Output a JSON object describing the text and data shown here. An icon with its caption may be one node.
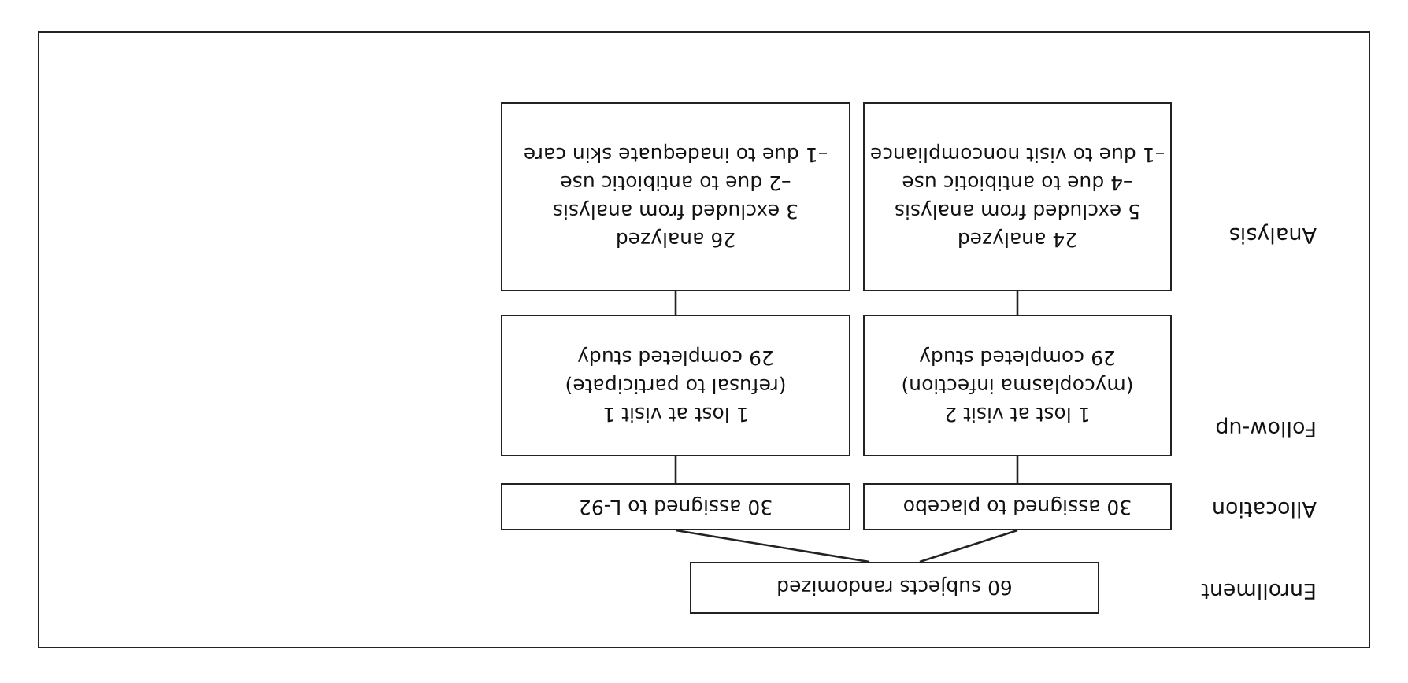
{
  "diagram": {
    "nodes": [
      {
        "text": [
          "60 subjects randomized"
        ]
      },
      {
        "text": [
          "30 assigned to placebo"
        ]
      },
      {
        "text": [
          "30 assigned to L-92"
        ]
      },
      {
        "text": [
          "1 lost at visit 2",
          "(mycoplasma infection)",
          "29 completed study"
        ]
      },
      {
        "text": [
          "1 lost at visit 1",
          "(refusal to participate)",
          "29 completed study"
        ]
      },
      {
        "text": [
          "24 analyzed",
          "5 excluded from analysis",
          "–4 due to antibiotic use",
          "–1 due to visit noncompliance"
        ]
      },
      {
        "text": [
          "26 analyzed",
          "3 excluded from analysis",
          "–2 due to antibiotic use",
          "–1 due to inadequate skin care"
        ]
      }
    ],
    "edges": [
      {
        "from": 0,
        "to": 1,
        "arrow": "none"
      },
      {
        "from": 0,
        "to": 2,
        "arrow": "none"
      },
      {
        "from": 1,
        "to": 3,
        "arrow": "none"
      },
      {
        "from": 2,
        "to": 4,
        "arrow": "none"
      },
      {
        "from": 3,
        "to": 5,
        "arrow": "none"
      },
      {
        "from": 4,
        "to": 6,
        "arrow": "none"
      }
    ],
    "labels": [
      "Enrollment",
      "Allocation",
      "Follow-up",
      "Analysis"
    ]
  }
}
